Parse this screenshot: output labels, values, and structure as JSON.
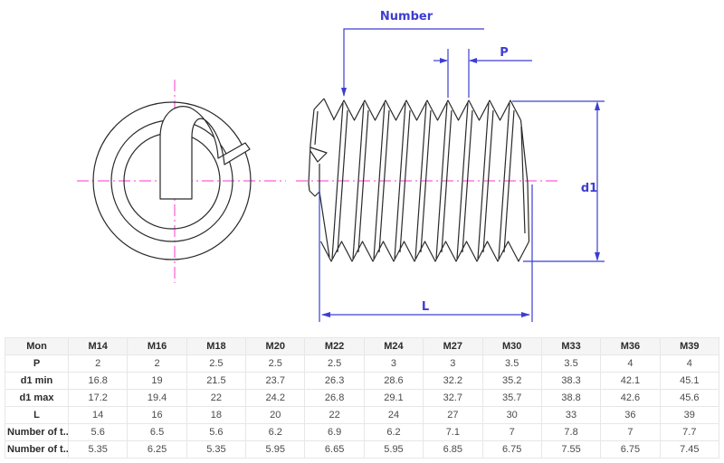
{
  "diagram": {
    "labels": {
      "number": "Number",
      "p": "P",
      "d1": "d1",
      "l": "L"
    },
    "colors": {
      "dimension_blue": "#3d3dd2",
      "centerline_pink": "#ff5cd6",
      "drawing_line": "#2a2a2a"
    }
  },
  "table": {
    "columns": [
      "Mon",
      "M14",
      "M16",
      "M18",
      "M20",
      "M22",
      "M24",
      "M27",
      "M30",
      "M33",
      "M36",
      "M39"
    ],
    "rows": [
      {
        "label": "P",
        "values": [
          "2",
          "2",
          "2.5",
          "2.5",
          "2.5",
          "3",
          "3",
          "3.5",
          "3.5",
          "4",
          "4"
        ]
      },
      {
        "label": "d1 min",
        "values": [
          "16.8",
          "19",
          "21.5",
          "23.7",
          "26.3",
          "28.6",
          "32.2",
          "35.2",
          "38.3",
          "42.1",
          "45.1"
        ]
      },
      {
        "label": "d1 max",
        "values": [
          "17.2",
          "19.4",
          "22",
          "24.2",
          "26.8",
          "29.1",
          "32.7",
          "35.7",
          "38.8",
          "42.6",
          "45.6"
        ]
      },
      {
        "label": "L",
        "values": [
          "14",
          "16",
          "18",
          "20",
          "22",
          "24",
          "27",
          "30",
          "33",
          "36",
          "39"
        ]
      },
      {
        "label": "Number of t...",
        "values": [
          "5.6",
          "6.5",
          "5.6",
          "6.2",
          "6.9",
          "6.2",
          "7.1",
          "7",
          "7.8",
          "7",
          "7.7"
        ]
      },
      {
        "label": "Number of t...",
        "values": [
          "5.35",
          "6.25",
          "5.35",
          "5.95",
          "6.65",
          "5.95",
          "6.85",
          "6.75",
          "7.55",
          "6.75",
          "7.45"
        ]
      }
    ]
  }
}
